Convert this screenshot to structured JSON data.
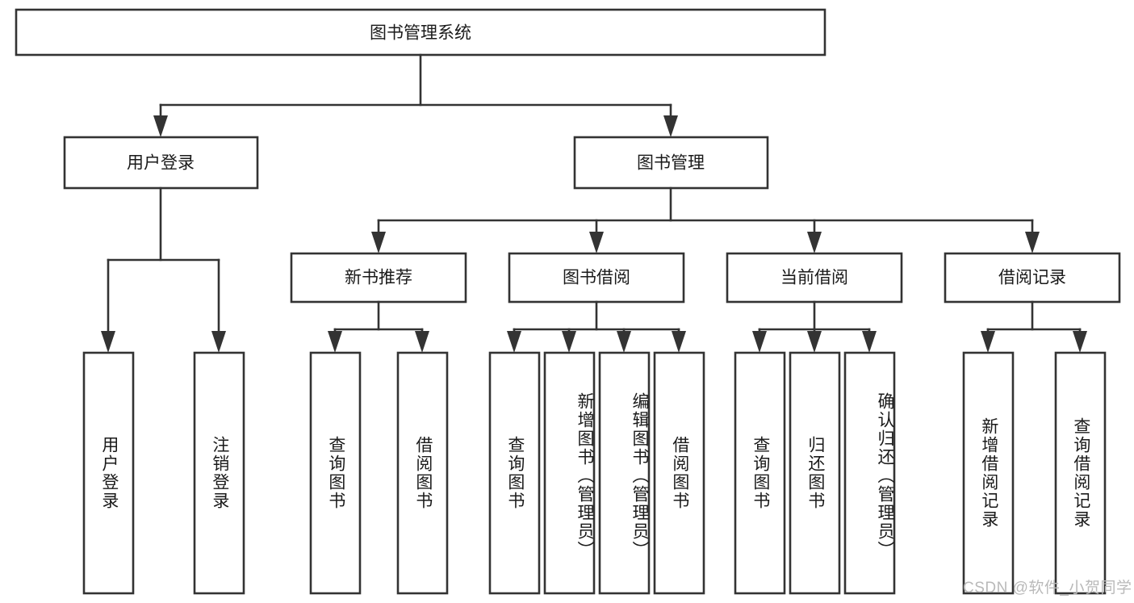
{
  "diagram": {
    "type": "tree",
    "title": "图书管理系统",
    "watermark": "CSDN @软件_小贺同学",
    "colors": {
      "stroke": "#333333",
      "fill": "#ffffff",
      "text": "#1a1a1a",
      "watermark": "#b9b9b9"
    },
    "root": {
      "label": "图书管理系统"
    },
    "level2": [
      {
        "label": "用户登录"
      },
      {
        "label": "图书管理"
      }
    ],
    "level3": [
      {
        "label": "新书推荐"
      },
      {
        "label": "图书借阅"
      },
      {
        "label": "当前借阅"
      },
      {
        "label": "借阅记录"
      }
    ],
    "leaves": {
      "user_login": [
        {
          "label": "用户登录"
        },
        {
          "label": "注销登录"
        }
      ],
      "new_book": [
        {
          "label": "查询图书"
        },
        {
          "label": "借阅图书"
        }
      ],
      "book_borrow": [
        {
          "label": "查询图书"
        },
        {
          "label": "新增图书（管理员）"
        },
        {
          "label": "编辑图书（管理员）"
        },
        {
          "label": "借阅图书"
        }
      ],
      "current_borrow": [
        {
          "label": "查询图书"
        },
        {
          "label": "归还图书"
        },
        {
          "label": "确认归还（管理员）"
        }
      ],
      "borrow_record": [
        {
          "label": "新增借阅记录"
        },
        {
          "label": "查询借阅记录"
        }
      ]
    }
  }
}
